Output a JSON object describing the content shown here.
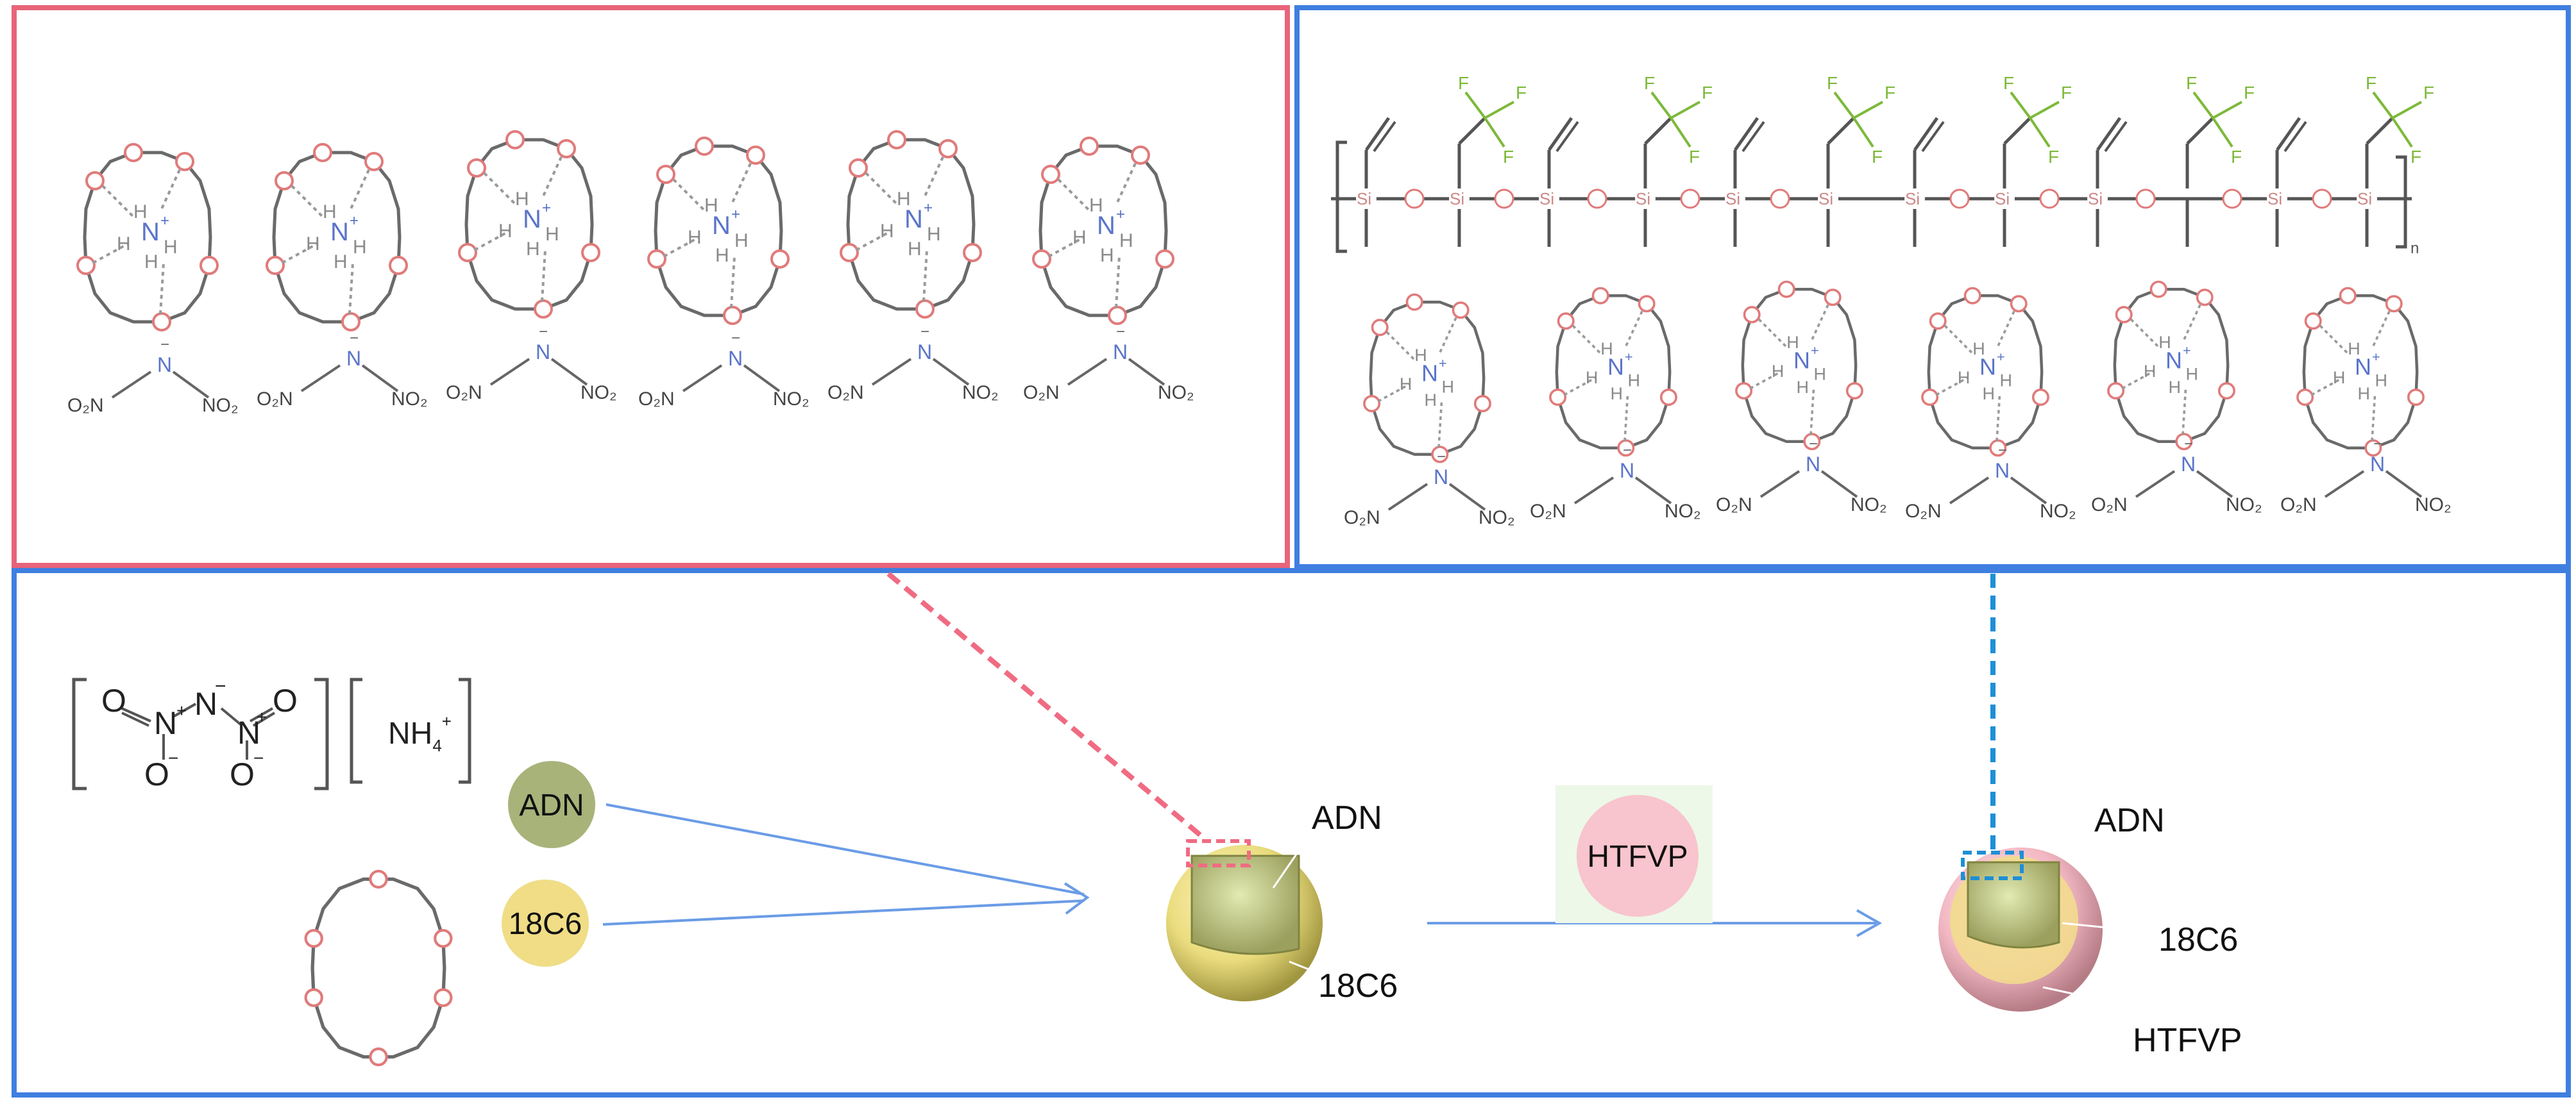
{
  "colors": {
    "pink_frame": "#e8647a",
    "blue_frame": "#3f7fe0",
    "oxygen": "#e07b7b",
    "nitrogen": "#5a74c9",
    "fluorine": "#7db93a",
    "adn_ball": "#a8b37a",
    "c18_ball": "#f0dd86",
    "htfvp_ball": "#f5b7c3",
    "arrow": "#6b9ce6",
    "dash_pink": "#f06b82",
    "dash_blue": "#1e8fd6"
  },
  "top_left_panel": {
    "complex_count": 6,
    "complex_labels": {
      "n": "N",
      "plus": "+",
      "h": "H",
      "o": "O"
    },
    "dinitramide": {
      "left": "O₂N",
      "center": "N",
      "charge": "−",
      "right": "NO₂"
    }
  },
  "top_right_panel": {
    "polymer": {
      "si": "Si",
      "o": "O",
      "f": "F",
      "repeat": "n"
    },
    "complex_count": 6
  },
  "bottom_panel": {
    "adn_formula": {
      "o_left": "O",
      "n_left": "N",
      "n_center": "N",
      "n_right": "N",
      "o_right": "O",
      "o_minus_left": "O",
      "o_minus_right": "O",
      "cation": "NH",
      "cation_sub": "4",
      "cation_sup": "+"
    },
    "adn_label": "ADN",
    "crown_label": "18C6",
    "htfvp_label": "HTFVP",
    "particle1": {
      "adn": "ADN",
      "c18": "18C6"
    },
    "particle2": {
      "adn": "ADN",
      "c18": "18C6",
      "htfvp": "HTFVP"
    }
  }
}
